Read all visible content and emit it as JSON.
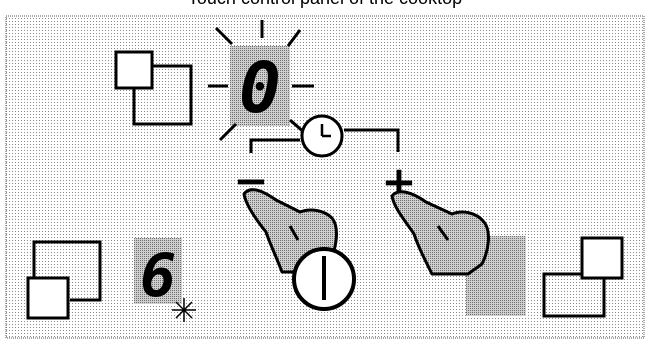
{
  "header": {
    "text": "Touch control panel of the cooktop"
  },
  "panel": {
    "main_display_digit": "0",
    "zone_display_digit": "6",
    "minus_label": "−",
    "plus_label": "+"
  },
  "icons": {
    "zone_top_left": "cooking-zone-rear-left-icon",
    "zone_bottom_left": "cooking-zone-front-left-icon",
    "zone_bottom_right": "cooking-zone-rear-right-icon",
    "timer_small": "clock-icon",
    "timer_large": "clock-icon",
    "finger_left": "pointing-finger-icon",
    "finger_right": "pointing-finger-icon"
  },
  "colors": {
    "ink": "#000000",
    "display_fill": "#bdbdbd",
    "panel_fill": "#e9e9e9",
    "background": "#ffffff"
  }
}
